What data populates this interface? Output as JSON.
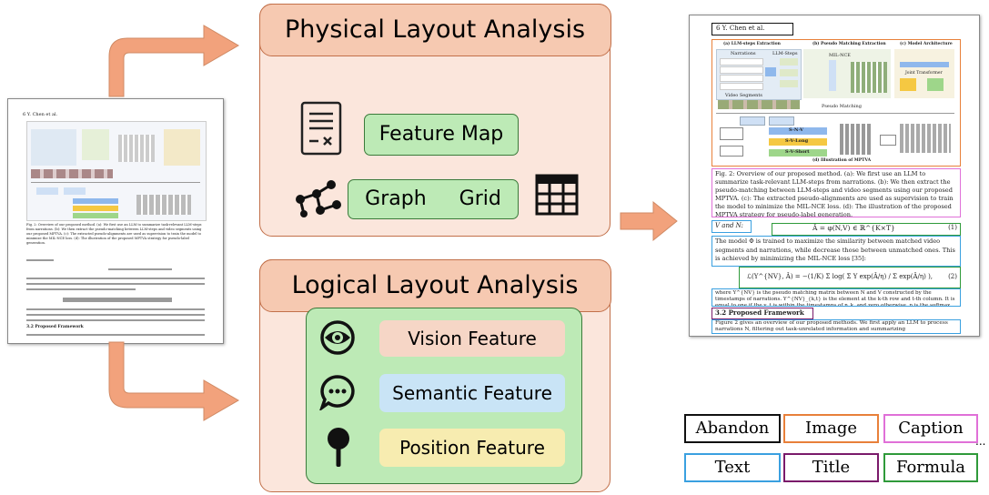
{
  "physical": {
    "title": "Physical Layout Analysis",
    "feature_map": "Feature Map",
    "graph": "Graph",
    "grid": "Grid",
    "icons": [
      "document-icon",
      "graph-network-icon",
      "grid-table-icon"
    ]
  },
  "logical": {
    "title": "Logical Layout Analysis",
    "features": [
      {
        "label": "Vision Feature",
        "icon": "eye-icon",
        "color": "#f6d6c6"
      },
      {
        "label": "Semantic Feature",
        "icon": "speech-bubble-icon",
        "color": "#c9e4f6"
      },
      {
        "label": "Position Feature",
        "icon": "location-pin-icon",
        "color": "#f7ecb0"
      }
    ]
  },
  "page_left": {
    "header": "6       Y. Chen et al.",
    "fig_caption": "Fig. 2: Overview of our proposed method. (a): We first use an LLM to summarize task-relevant LLM-steps from narrations. (b): We then extract the pseudo-matching between LLM-steps and video segments using our proposed MPTVA. (c): The extracted pseudo-alignments are used as supervision to train the model to minimize the MIL-NCE loss. (d): The illustration of the proposed MPTVA strategy for pseudo-label generation.",
    "section": "3.2   Proposed Framework"
  },
  "page_right": {
    "header": "6       Y. Chen et al.",
    "panel_titles": [
      "(a) LLM-steps Extraction",
      "(b) Pseudo Matching Extraction",
      "(c) Model Architecture"
    ],
    "sub_labels": [
      "Narrations",
      "LLM-Steps",
      "MIL-NCE",
      "Video Segments",
      "Pseudo Matching",
      "Joint Transformer",
      "(d) Illustration of MPTVA"
    ],
    "mptva_chips": [
      "S-N-V",
      "S-V-Long",
      "S-V-Short"
    ],
    "caption": "Fig. 2: Overview of our proposed method. (a): We first use an LLM to summarize task-relevant LLM-steps from narrations. (b): We then extract the pseudo-matching between LLM-steps and video segments using our proposed MPTVA. (c): The extracted pseudo-alignments are used as supervision to train the model to minimize the MIL-NCE loss. (d): The illustration of the proposed MPTVA strategy for pseudo-label generation.",
    "text_vn": "V and N:",
    "formula1": "Â = φ(N,V) ∈ ℝ^{K×T}",
    "formula1_no": "(1)",
    "para1": "The model Φ is trained to maximize the similarity between matched video segments and narrations, while decrease those between unmatched ones. This is achieved by minimizing the MIL-NCE loss [35]:",
    "formula2": "ℒ(Y^{NV}, Â) = −(1/K) Σ log( Σ Y exp(Â/η) / Σ exp(Â/η) ),",
    "formula2_no": "(2)",
    "para2": "where Y^{NV} is the pseudo matching matrix between N and V constructed by the timestamps of narrations. Y^{NV}_{k,t} is the element at the k-th row and t-th column. It is equal to one if the v_t is within the timestamps of n_k, and zero otherwise. η is the softmax temperature parameter.\n    However, the solution is sub-optimal, since n_i might not be relevant to any visual content of V, and the matching relationship encoded in Y^{NV} is unreliable, due to the temporal misalignment problem of timestamps.",
    "section": "3.2   Proposed Framework",
    "para3": "Figure 2 gives an overview of our proposed methods. We first apply an LLM to process narrations N, filtering out task-unrelated information and summarizing"
  },
  "legend": [
    {
      "label": "Abandon",
      "color": "#111111"
    },
    {
      "label": "Image",
      "color": "#e8803a"
    },
    {
      "label": "Caption",
      "color": "#e070d8"
    },
    {
      "label": "Text",
      "color": "#3aa0e0"
    },
    {
      "label": "Title",
      "color": "#7a1a6a"
    },
    {
      "label": "Formula",
      "color": "#2f9a3a"
    }
  ],
  "legend_more": "...",
  "colors": {
    "arrow": "#f2a27c",
    "panel_bg": "#fbe6dc",
    "panel_title_bg": "#f6c9b1",
    "chip_green": "#bdeab6"
  }
}
